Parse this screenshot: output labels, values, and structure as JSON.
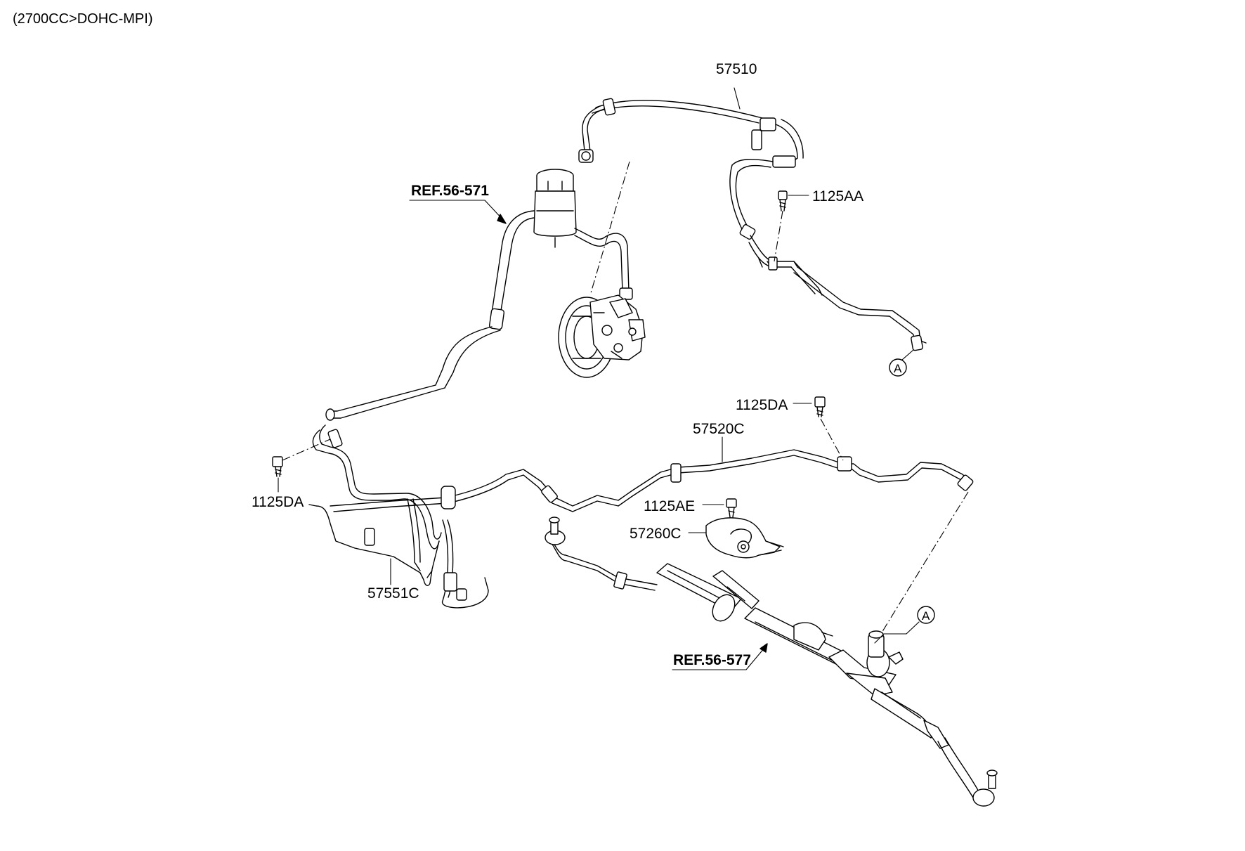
{
  "header": {
    "engine_spec": "(2700CC>DOHC-MPI)"
  },
  "parts": {
    "p57510": "57510",
    "p1125AA": "1125AA",
    "ref56_571": "REF.56-571",
    "p1125DA_right": "1125DA",
    "p57520C": "57520C",
    "p1125DA_left": "1125DA",
    "p1125AE": "1125AE",
    "p57260C": "57260C",
    "p57551C": "57551C",
    "ref56_577": "REF.56-577"
  },
  "connectors": {
    "a_upper": "A",
    "a_lower": "A"
  }
}
